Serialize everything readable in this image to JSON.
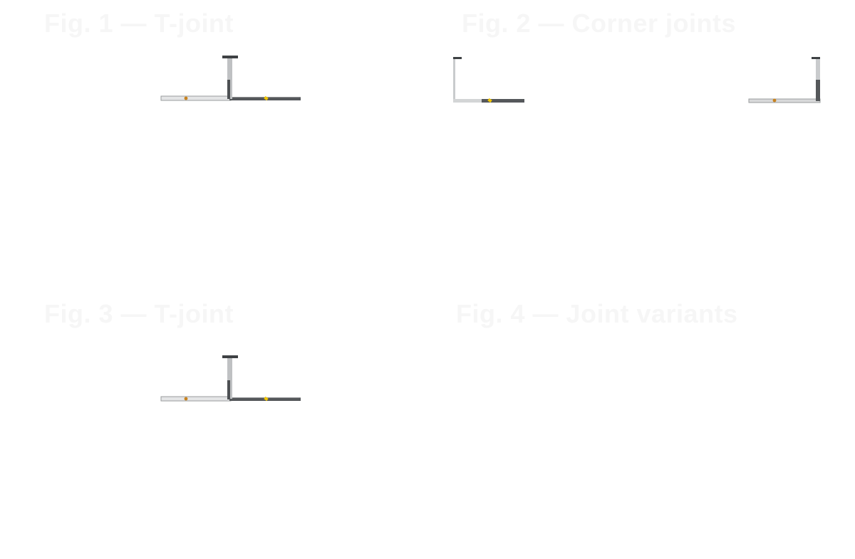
{
  "panels": [
    {
      "title": "Fig. 1 — T-joint",
      "accent": "#f2c600",
      "warm": "#c8821e"
    },
    {
      "title": "Fig. 2 — Corner joints",
      "accent": "#f2c600",
      "warm": "#c8821e"
    },
    {
      "title": "Fig. 3 — T-joint",
      "accent": "#f2c600",
      "warm": "#c8821e"
    },
    {
      "title": "Fig. 4 — Joint variants",
      "accent": "#f2c600",
      "warm": "#c8821e"
    }
  ],
  "colors": {
    "frame_dark": "#4a4d50",
    "frame_mid": "#8a8d90",
    "frame_light": "#d8d9da",
    "background": "#ffffff"
  }
}
